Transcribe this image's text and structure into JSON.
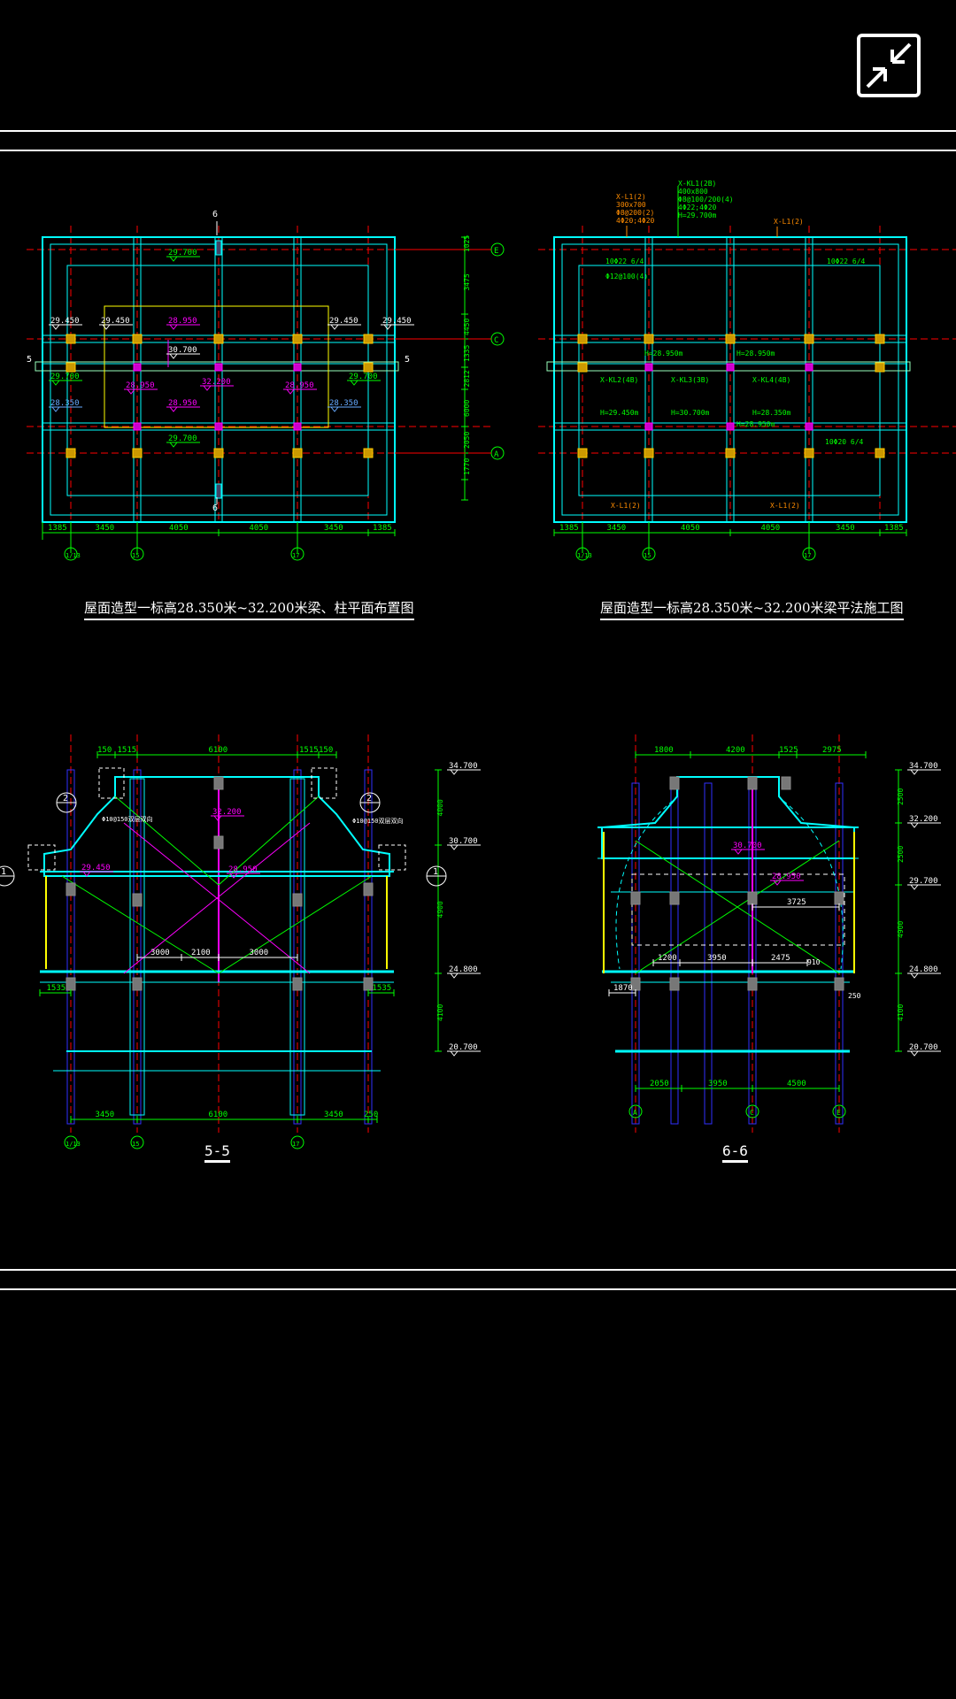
{
  "toolbar": {
    "exit_fullscreen_label": "exit-fullscreen"
  },
  "drawing": {
    "plan1": {
      "caption": "屋面造型一标高28.350米~32.200米梁、柱平面布置图",
      "section_marks": [
        "5",
        "5",
        "6",
        "6"
      ],
      "elevations": [
        "29.700",
        "29.450",
        "29.450",
        "28.950",
        "29.450",
        "29.450",
        "30.700",
        "29.700",
        "29.700",
        "28.950",
        "32.200",
        "28.950",
        "28.350",
        "28.950",
        "28.350",
        "29.700"
      ],
      "dims_right": [
        "1025",
        "3475",
        "4450",
        "1335",
        "2812",
        "6000",
        "2050",
        "1770"
      ],
      "dims_bottom": [
        "1385",
        "3450",
        "4050",
        "4050",
        "3450",
        "1385"
      ],
      "axes_bottom": [
        "1/13",
        "15",
        "17"
      ],
      "axes_right": [
        "E",
        "C",
        "A"
      ]
    },
    "plan2": {
      "caption": "屋面造型一标高28.350米~32.200米梁平法施工图",
      "labels": [
        "X-L1(2)",
        "300x700",
        "Φ8@200(2)",
        "4Φ20;4Φ20",
        "X-KL1(2B)",
        "400x800",
        "Φ8@100/200(4)",
        "4Φ22;4Φ20",
        "H=29.700m",
        "X-L1(2)",
        "10Φ22 6/4",
        "10Φ22 6/4",
        "Φ12@100(4)",
        "H=28.950m",
        "H=28.950m",
        "X-KL2(4B)",
        "X-KL3(3B)",
        "X-KL4(4B)",
        "H=29.450m",
        "H=30.700m",
        "H=28.350m",
        "X-L1(2)",
        "X-L1(2)",
        "10Φ20 6/4",
        "H=28.950m"
      ],
      "dims_bottom": [
        "1385",
        "3450",
        "4050",
        "4050",
        "3450",
        "1385"
      ],
      "axes_bottom": [
        "1/13",
        "15",
        "17"
      ]
    },
    "section55": {
      "title": "5-5",
      "dims_top": [
        "150",
        "1515",
        "6100",
        "1515",
        "150"
      ],
      "elevations": [
        "34.700",
        "32.200",
        "30.700",
        "28.950",
        "29.450",
        "24.800",
        "20.700"
      ],
      "dims_right": [
        "4000",
        "4900",
        "4100"
      ],
      "dims_mid": [
        "3000",
        "2100",
        "3000"
      ],
      "dims_side": [
        "1535",
        "1535"
      ],
      "rebar_labels": [
        "Φ10@150双层双向",
        "Φ10@150双层双向"
      ],
      "dims_bottom": [
        "3450",
        "6100",
        "3450",
        "250"
      ],
      "axes_bottom": [
        "1/13",
        "15",
        "17"
      ],
      "detail_marks": [
        "2",
        "2",
        "1",
        "1"
      ]
    },
    "section66": {
      "title": "6-6",
      "dims_top": [
        "1800",
        "4200",
        "1525",
        "2975"
      ],
      "elevations": [
        "34.700",
        "32.200",
        "29.700",
        "24.800",
        "20.700",
        "30.700",
        "28.950"
      ],
      "dims_right": [
        "2500",
        "2500",
        "4900",
        "4100"
      ],
      "dims_mid": [
        "1200",
        "3950",
        "2475",
        "3725",
        "910"
      ],
      "dims_side": [
        "1870",
        "250"
      ],
      "dims_bottom": [
        "2050",
        "3950",
        "4500"
      ],
      "axes_bottom": [
        "A",
        "C",
        "E"
      ]
    }
  },
  "colors": {
    "background": "#000000",
    "grid": "#ff0000",
    "beam": "#00ffff",
    "dim": "#00ff00",
    "elev": "#ff00ff",
    "column": "#ffff00",
    "text": "#ffffff",
    "orange": "#ff8c00",
    "blue": "#3030ff"
  }
}
